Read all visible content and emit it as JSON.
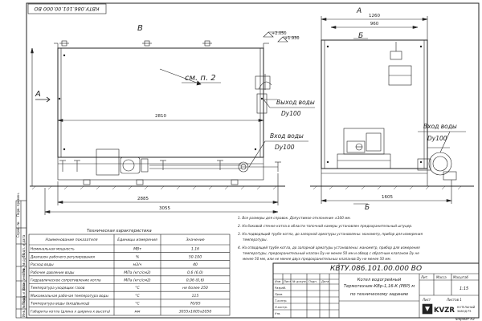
{
  "stamp_top": "КВТУ.086.101.00.000 ВО",
  "views": {
    "view_b": "В",
    "view_a_left": "А",
    "view_a_right": "А",
    "section_b_left": "Б",
    "section_b_right": "Б",
    "see_note": "см. п. 2"
  },
  "levels": {
    "top": "+2.050",
    "right": "+1.930"
  },
  "dims": {
    "d2810": "2810",
    "d2885": "2885",
    "d3055": "3055",
    "d1260": "1260",
    "d960": "960",
    "d1605": "1605"
  },
  "callouts": {
    "water_out_1": "Выход воды",
    "water_out_2": "Dy100",
    "water_in_1": "Вход воды",
    "water_in_2": "Dy100",
    "water_in_r1": "Вход воды",
    "water_in_r2": "Dy100"
  },
  "table": {
    "title": "Техническая характеристика",
    "headers": [
      "Наименование показателя",
      "Единицы измерения",
      "Значение"
    ],
    "rows": [
      [
        "Номинальная мощность",
        "МВт",
        "1,16"
      ],
      [
        "Диапазон рабочего регулирования",
        "%",
        "50-100"
      ],
      [
        "Расход воды",
        "м3/ч",
        "40"
      ],
      [
        "Рабочее давление воды",
        "МПа (кгс/см2)",
        "0,6 (6,0)"
      ],
      [
        "Гидравлическое сопротивление котла",
        "МПа (кгс/см2)",
        "0,06 (0,6)"
      ],
      [
        "Температура уходящих газов",
        "°С",
        "не более 250"
      ],
      [
        "Максимальная рабочая температура воды",
        "°С",
        "115"
      ],
      [
        "Температура воды (вход/выход)",
        "°С",
        "70/95"
      ],
      [
        "Габариты котла (длина x ширина x высота)",
        "мм",
        "3055x1605x2050"
      ]
    ]
  },
  "notes": [
    "1. Все размеры для справок. Допустимое отклонение ±100 мм.",
    "2. На боковой стенке котла в области топочной камеры установлен предохранительный штуцер.",
    "3. На подводящий трубе котла, до запорной арматуры установлены: манометр, прибор для измерения",
    "температуры.",
    "4. На отводящей трубе котла, до запорной арматуры установлены: манометр, прибор для измерения",
    "температуры, предохранительный клапан Dy не менее 50 мм и обвод с обратным клапаном Dy не",
    "менее 50 мм, или не менее двух предохранительных клапанов Dy не менее 50 мм."
  ],
  "title_block": {
    "code": "КВТУ.086.101.00.000 ВО",
    "name_1": "Котел водогрейный",
    "name_2": "Термотехник-КВр-1,16-К (РВР) м",
    "name_3": "по техническому заданию",
    "hdr_lit": "Лит.",
    "hdr_mass": "Масса",
    "hdr_scale": "Масштаб",
    "scale": "1:15",
    "sheet": "Лист",
    "sheets": "Листов 1",
    "rows": [
      "Изм",
      "Лист",
      "№ докум.",
      "Подп.",
      "Дата",
      "Разраб.",
      "Пров.",
      "Т.контр.",
      "Н.контр.",
      "Утв."
    ],
    "logo": "KVZR",
    "company_1": "КОТЕЛЬНЫЙ",
    "company_2": "ЗАВОД РЗ",
    "format": "Формат А3"
  },
  "side_strip": [
    "Перв. примен.",
    "Справ. №",
    "Подп. и дата",
    "Инв. № дубл.",
    "Взам. инв. №",
    "Подп. и дата",
    "Инв. № подл."
  ]
}
